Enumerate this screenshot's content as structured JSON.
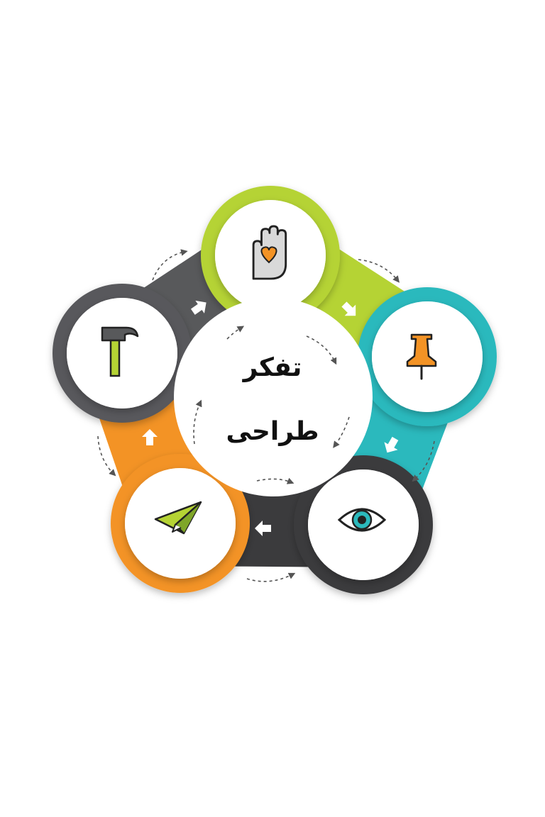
{
  "center": {
    "line1": "تفکر",
    "line2": "طراحی"
  },
  "steps": [
    {
      "id": "empathize",
      "color": "#b5d334",
      "icon": "hand-heart-icon"
    },
    {
      "id": "define",
      "color": "#2bb9bd",
      "icon": "pushpin-icon"
    },
    {
      "id": "observe",
      "color": "#3b3b3d",
      "icon": "eye-icon"
    },
    {
      "id": "send",
      "color": "#f39325",
      "icon": "paper-plane-icon"
    },
    {
      "id": "build",
      "color": "#58595b",
      "icon": "hammer-icon"
    }
  ]
}
